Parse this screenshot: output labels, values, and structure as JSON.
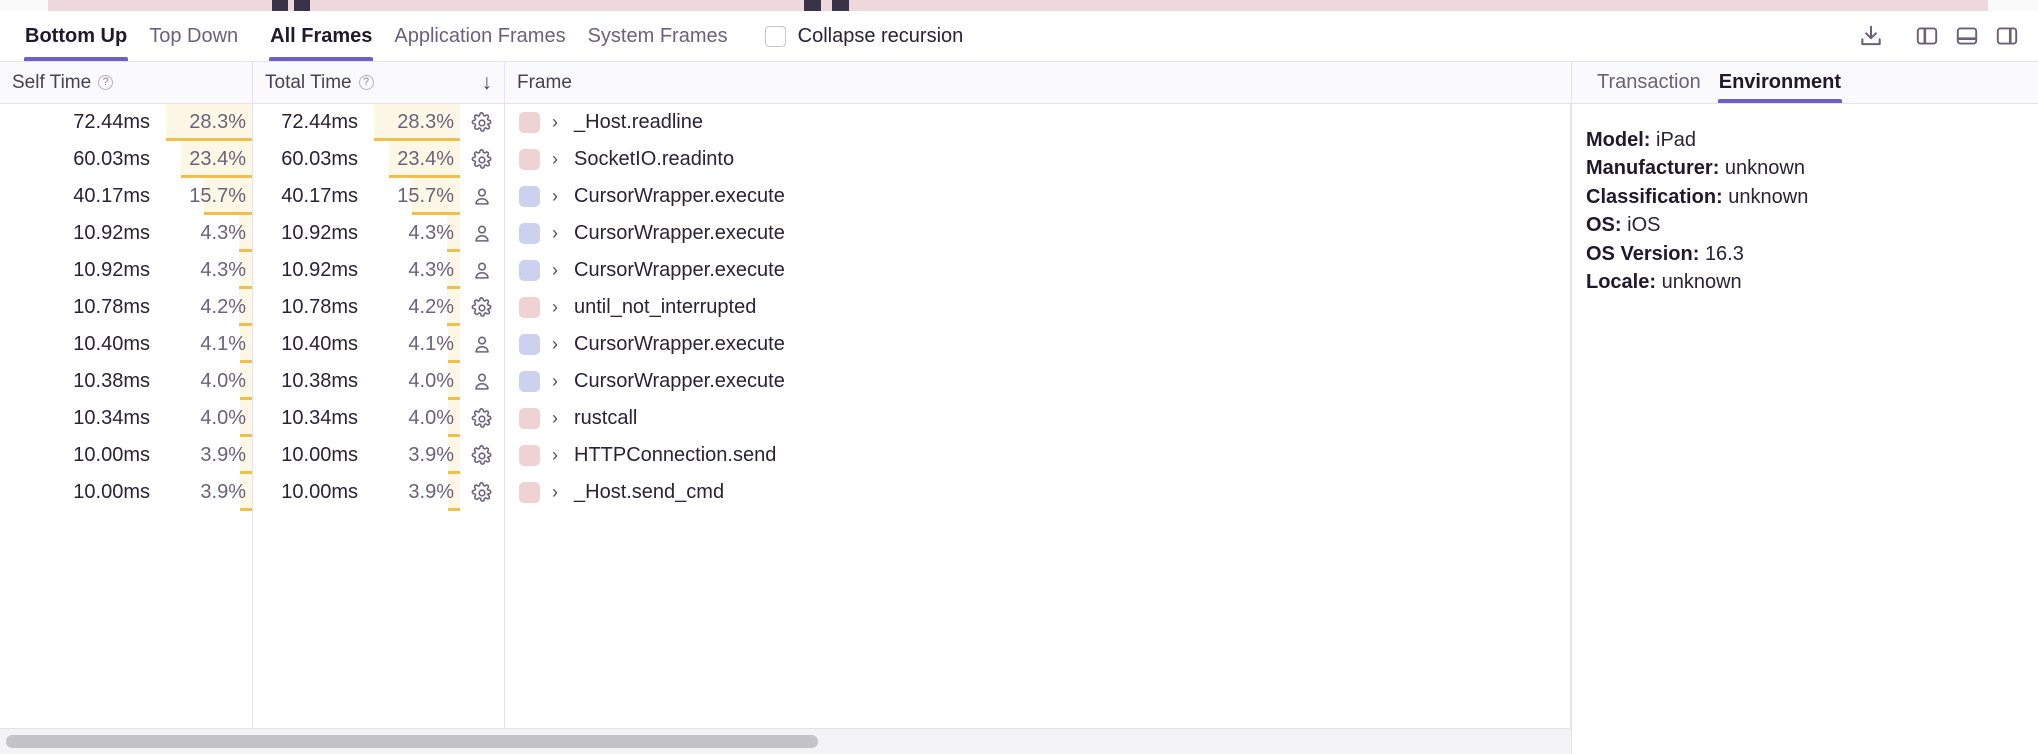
{
  "toolbar": {
    "tabs": [
      {
        "label": "Bottom Up",
        "active": true
      },
      {
        "label": "Top Down",
        "active": false
      },
      {
        "label": "All Frames",
        "active": true
      },
      {
        "label": "Application Frames",
        "active": false
      },
      {
        "label": "System Frames",
        "active": false
      }
    ],
    "collapse_recursion_label": "Collapse recursion",
    "collapse_recursion_checked": false,
    "icons": [
      "download-icon",
      "layout-left-panel-icon",
      "layout-bottom-panel-icon",
      "layout-right-panel-icon"
    ]
  },
  "table": {
    "columns": {
      "self_time": "Self Time",
      "total_time": "Total Time",
      "frame": "Frame",
      "sort_indicator": "↓",
      "help_icon": "?"
    },
    "rows": [
      {
        "self_time": "72.44ms",
        "self_pct": "28.3%",
        "self_pct_value": 28.3,
        "total_time": "72.44ms",
        "total_pct": "28.3%",
        "total_pct_value": 28.3,
        "type": "system",
        "frame": "_Host.readline",
        "color": "#eed2d4"
      },
      {
        "self_time": "60.03ms",
        "self_pct": "23.4%",
        "self_pct_value": 23.4,
        "total_time": "60.03ms",
        "total_pct": "23.4%",
        "total_pct_value": 23.4,
        "type": "system",
        "frame": "SocketIO.readinto",
        "color": "#eed2d4"
      },
      {
        "self_time": "40.17ms",
        "self_pct": "15.7%",
        "self_pct_value": 15.7,
        "total_time": "40.17ms",
        "total_pct": "15.7%",
        "total_pct_value": 15.7,
        "type": "application",
        "frame": "CursorWrapper.execute",
        "color": "#ccd1f0"
      },
      {
        "self_time": "10.92ms",
        "self_pct": "4.3%",
        "self_pct_value": 4.3,
        "total_time": "10.92ms",
        "total_pct": "4.3%",
        "total_pct_value": 4.3,
        "type": "application",
        "frame": "CursorWrapper.execute",
        "color": "#ccd1f0"
      },
      {
        "self_time": "10.92ms",
        "self_pct": "4.3%",
        "self_pct_value": 4.3,
        "total_time": "10.92ms",
        "total_pct": "4.3%",
        "total_pct_value": 4.3,
        "type": "application",
        "frame": "CursorWrapper.execute",
        "color": "#ccd1f0"
      },
      {
        "self_time": "10.78ms",
        "self_pct": "4.2%",
        "self_pct_value": 4.2,
        "total_time": "10.78ms",
        "total_pct": "4.2%",
        "total_pct_value": 4.2,
        "type": "system",
        "frame": "until_not_interrupted",
        "color": "#eed2d4"
      },
      {
        "self_time": "10.40ms",
        "self_pct": "4.1%",
        "self_pct_value": 4.1,
        "total_time": "10.40ms",
        "total_pct": "4.1%",
        "total_pct_value": 4.1,
        "type": "application",
        "frame": "CursorWrapper.execute",
        "color": "#ccd1f0"
      },
      {
        "self_time": "10.38ms",
        "self_pct": "4.0%",
        "self_pct_value": 4.0,
        "total_time": "10.38ms",
        "total_pct": "4.0%",
        "total_pct_value": 4.0,
        "type": "application",
        "frame": "CursorWrapper.execute",
        "color": "#ccd1f0"
      },
      {
        "self_time": "10.34ms",
        "self_pct": "4.0%",
        "self_pct_value": 4.0,
        "total_time": "10.34ms",
        "total_pct": "4.0%",
        "total_pct_value": 4.0,
        "type": "system",
        "frame": "rustcall",
        "color": "#eed2d4"
      },
      {
        "self_time": "10.00ms",
        "self_pct": "3.9%",
        "self_pct_value": 3.9,
        "total_time": "10.00ms",
        "total_pct": "3.9%",
        "total_pct_value": 3.9,
        "type": "system",
        "frame": "HTTPConnection.send",
        "color": "#eed2d4"
      },
      {
        "self_time": "10.00ms",
        "self_pct": "3.9%",
        "self_pct_value": 3.9,
        "total_time": "10.00ms",
        "total_pct": "3.9%",
        "total_pct_value": 3.9,
        "type": "system",
        "frame": "_Host.send_cmd",
        "color": "#eed2d4"
      }
    ]
  },
  "details": {
    "tabs": [
      {
        "label": "Transaction",
        "active": false
      },
      {
        "label": "Environment",
        "active": true
      }
    ],
    "fields": [
      {
        "key": "Model:",
        "value": "iPad"
      },
      {
        "key": "Manufacturer:",
        "value": "unknown"
      },
      {
        "key": "Classification:",
        "value": "unknown"
      },
      {
        "key": "OS:",
        "value": "iOS"
      },
      {
        "key": "OS Version:",
        "value": "16.3"
      },
      {
        "key": "Locale:",
        "value": "unknown"
      }
    ]
  },
  "colors": {
    "accent": "#6c5fc7",
    "bar_fill": "#fdf8e6",
    "bar_underline": "#f0bf4c",
    "system_frame": "#eed2d4",
    "application_frame": "#ccd1f0"
  }
}
